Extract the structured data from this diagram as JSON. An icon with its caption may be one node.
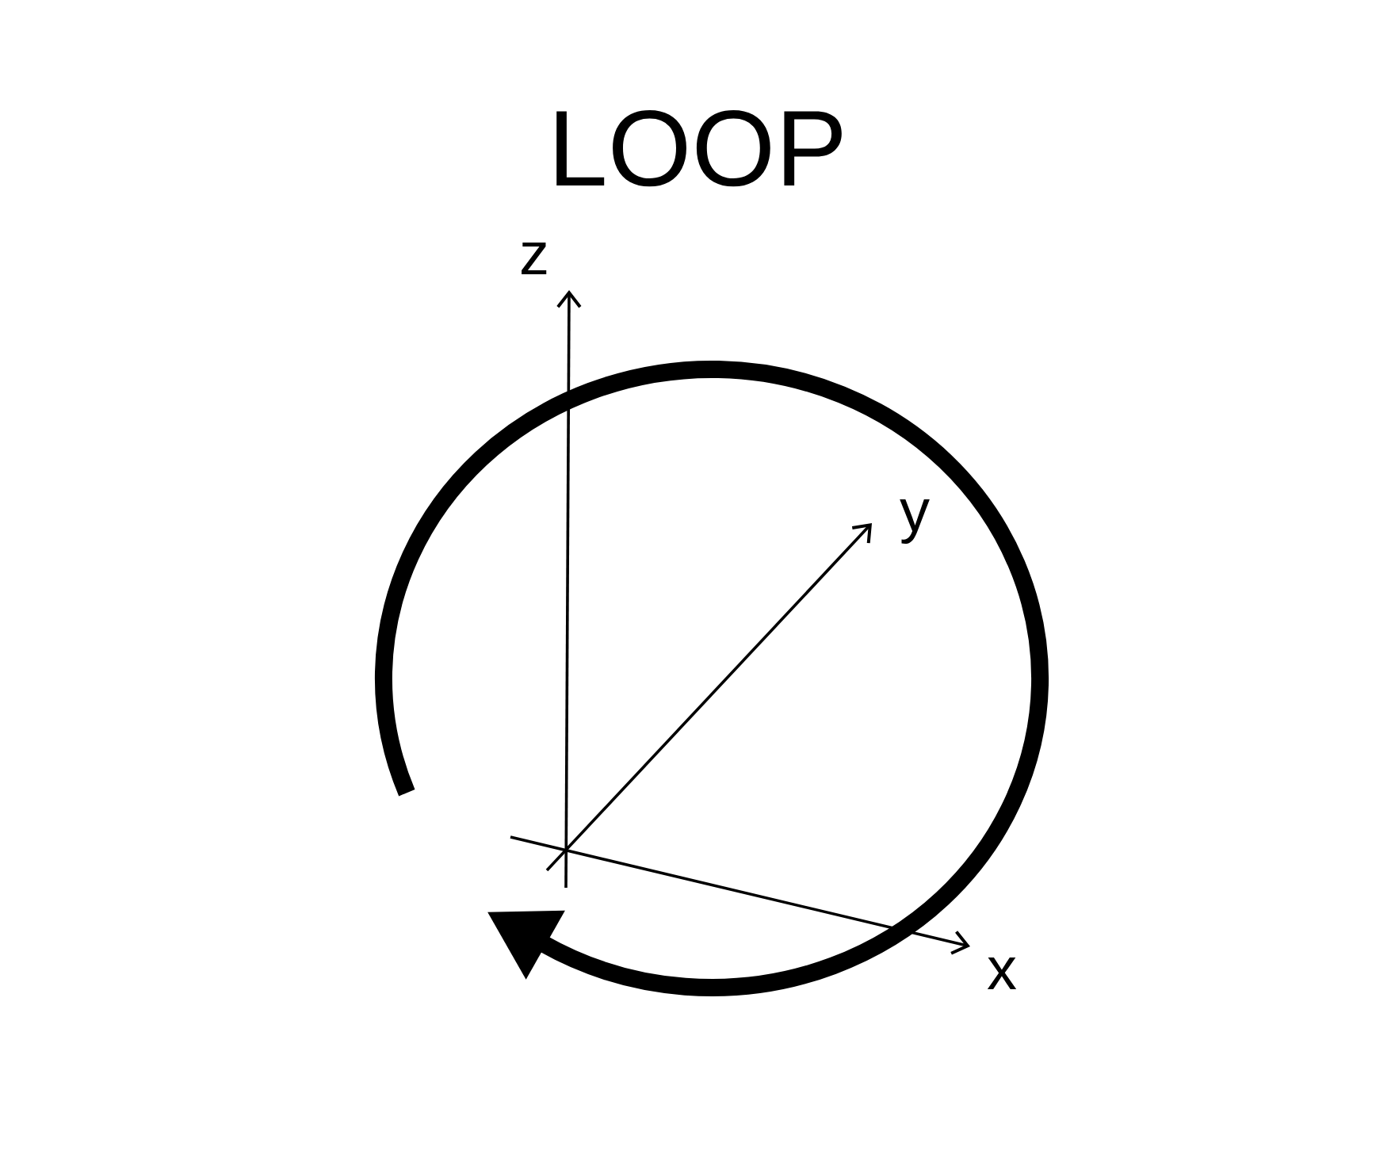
{
  "diagram": {
    "title": "LOOP",
    "labels": [
      "z",
      "y",
      "x"
    ]
  }
}
